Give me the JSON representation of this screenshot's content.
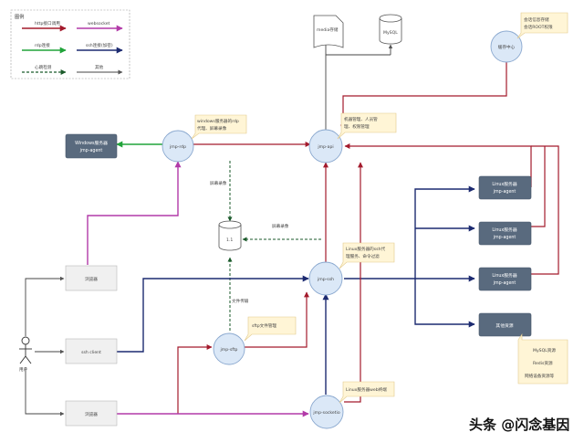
{
  "legend": {
    "title": "图例",
    "items": [
      "http接口调用",
      "websocket",
      "rdp连接",
      "ssh连接(加密)",
      "心跳检测",
      "其他"
    ]
  },
  "nodes": {
    "jmp_rdp": "jmp-rdp",
    "jmp_api": "jmp-api",
    "jmp_ssh": "jmp-ssh",
    "jmp_sftp": "jmp-sftp",
    "jmp_socket": "jmp-socketio",
    "cache_center": "缓存中心",
    "storage": "1.1",
    "media": "media存储",
    "mysql": "MySQL",
    "windows_server": [
      "Windows服务器",
      "jmp-agent"
    ],
    "linux_servers": [
      [
        "Linux服务器",
        "jmp-agent"
      ],
      [
        "Linux服务器",
        "jmp-agent"
      ],
      [
        "Linux服务器",
        "jmp-agent"
      ]
    ],
    "other_resources": "其他资源",
    "browser_top": "浏览器",
    "ssh_client": "ssh client",
    "browser_bottom": "浏览器",
    "user": "用户"
  },
  "notes": {
    "rdp": [
      "windows服务器的rdp",
      "代理、屏幕录像"
    ],
    "api": [
      "机器管理、人员管",
      "理、权限管理"
    ],
    "cache": [
      "会话信息存储",
      "会话ROOT权限"
    ],
    "ssh": [
      "Linux服务器的ssh代",
      "理服务、命令过滤"
    ],
    "sftp": "sftp文件管理",
    "socket": "Linux服务器web终端",
    "other": [
      "MySQL资源",
      "Redis资源",
      "网络设备资源等"
    ]
  },
  "edge_labels": {
    "screen_record_1": "屏幕录像",
    "screen_record_2": "屏幕录像",
    "file_transfer": "文件传输"
  },
  "watermark": "头条 @闪念基因"
}
